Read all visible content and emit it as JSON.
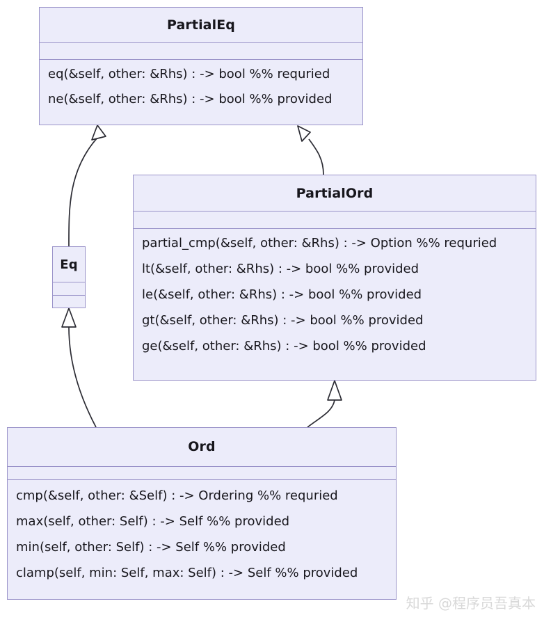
{
  "diagram": {
    "kind": "uml-class-diagram",
    "colors": {
      "box_fill": "#ececfa",
      "box_border": "#9a93c9",
      "edge_stroke": "#2b2b33",
      "text": "#17161c",
      "watermark": "#d8d8d8",
      "background": "#ffffff"
    },
    "classes": [
      {
        "id": "partialeq",
        "name": "PartialEq",
        "attributes": [],
        "methods": [
          "eq(&self, other: &Rhs) : -> bool %% requried",
          "ne(&self, other: &Rhs) : -> bool %% provided"
        ]
      },
      {
        "id": "partialord",
        "name": "PartialOrd",
        "attributes": [],
        "methods": [
          "partial_cmp(&self, other: &Rhs) : -> Option %% requried",
          "lt(&self, other: &Rhs) : -> bool %% provided",
          "le(&self, other: &Rhs) : -> bool %% provided",
          "gt(&self, other: &Rhs) : -> bool %% provided",
          "ge(&self, other: &Rhs) : -> bool %% provided"
        ]
      },
      {
        "id": "eq",
        "name": "Eq",
        "attributes": [],
        "methods": []
      },
      {
        "id": "ord",
        "name": "Ord",
        "attributes": [],
        "methods": [
          "cmp(&self, other: &Self) : -> Ordering %% requried",
          "max(self, other: Self) : -> Self %% provided",
          "min(self, other: Self) : -> Self %% provided",
          "clamp(self, min: Self, max: Self) : -> Self %% provided"
        ]
      }
    ],
    "relations": [
      {
        "id": "eq-to-partialeq",
        "type": "inheritance",
        "from": "Eq",
        "to": "PartialEq"
      },
      {
        "id": "partialord-to-partialeq",
        "type": "inheritance",
        "from": "PartialOrd",
        "to": "PartialEq"
      },
      {
        "id": "ord-to-eq",
        "type": "inheritance",
        "from": "Ord",
        "to": "Eq"
      },
      {
        "id": "ord-to-partialord",
        "type": "inheritance",
        "from": "Ord",
        "to": "PartialOrd"
      }
    ]
  },
  "watermark": {
    "text": "知乎 @程序员吾真本"
  }
}
